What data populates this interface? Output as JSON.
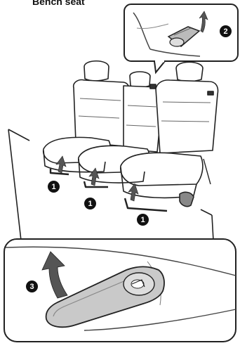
{
  "title": "Bench seat",
  "callouts": {
    "step1": "1",
    "step2": "2",
    "step3": "3"
  },
  "colors": {
    "arrow": "#555555",
    "seat_fill": "#ffffff",
    "line": "#222222",
    "handle_fill": "#c9c9c9"
  },
  "icons": [
    "rear-bench-seat-illustration",
    "up-arrow-icon",
    "recline-lever-detail",
    "seat-adjust-handle-detail"
  ]
}
